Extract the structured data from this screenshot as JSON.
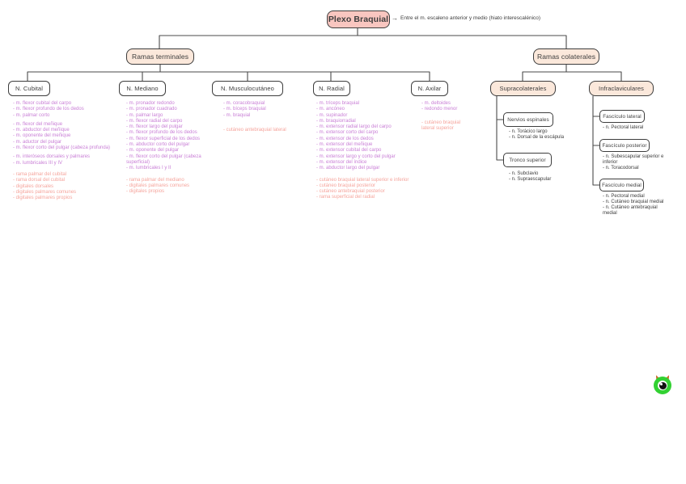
{
  "root": {
    "title": "Plexo Braquial",
    "arrow": "→",
    "annotation": "Entre el m. escaleno anterior y medio (hiato interescalénico)"
  },
  "branches": {
    "terminales": "Ramas terminales",
    "colaterales": "Ramas colaterales"
  },
  "nerves": {
    "cubital": {
      "label": "N. Cubital",
      "muscles": [
        "m. flexor cubital del carpo",
        "m. flexor profundo de los dedos",
        "m. palmar corto",
        "",
        "m. flexor del meñique",
        "m. abductor del meñique",
        "m. oponente del meñique",
        "m. aductor del pulgar",
        "m. flexor corto del pulgar (cabeza profunda)",
        "",
        "m. interóseos dorsales y palmares",
        "m. lumbricales III y IV"
      ],
      "branches": [
        "rama palmar del cubital",
        "rama dorsal del cubital",
        "digitales dorsales",
        "digitales palmares comunes",
        "digitales palmares propios"
      ]
    },
    "mediano": {
      "label": "N. Mediano",
      "muscles": [
        "m. pronador redondo",
        "m. pronador cuadrado",
        "m. palmar largo",
        "m. flexor radial del carpo",
        "m. flexor largo del pulgar",
        "m. flexor profundo de los dedos",
        "m. flexor superficial de los dedos",
        "m. abductor corto del pulgar",
        "m. oponente del pulgar",
        "m. flexor corto del pulgar (cabeza superficial)",
        "m. lumbricales I y II"
      ],
      "branches": [
        "rama palmar del mediano",
        "digitales palmares comunes",
        "digitales propios"
      ]
    },
    "musculocutaneo": {
      "label": "N. Musculocutáneo",
      "muscles": [
        "m. coracobraquial",
        "m. bíceps braquial",
        "m. braquial"
      ],
      "branches": [
        "cutáneo antebraquial lateral"
      ]
    },
    "radial": {
      "label": "N. Radial",
      "muscles": [
        "m. tríceps braquial",
        "m. ancóneo",
        "m. supinador",
        "m. braquiorradial",
        "m. extensor radial largo del carpo",
        "m. extensor corto del carpo",
        "m. extensor de los dedos",
        "m. extensor del meñique",
        "m. extensor cubital del carpo",
        "m. extensor largo y corto del pulgar",
        "m. extensor del índice",
        "m. abductor largo del pulgar"
      ],
      "branches": [
        "cutáneo braquial lateral superior e inferior",
        "cutáneo braquial posterior",
        "cutáneo antebraquial posterior",
        "rama superficial del radial"
      ]
    },
    "axilar": {
      "label": "N. Axilar",
      "muscles": [
        "m. deltoides",
        "redondo menor"
      ],
      "branches": [
        "cutáneo braquial lateral superior"
      ]
    }
  },
  "colaterales": {
    "supra": {
      "label": "Supracolaterales",
      "groups": {
        "espinales": {
          "label": "Nervios espinales",
          "items": [
            "n. Torácico largo",
            "n. Dorsal de la escápula"
          ]
        },
        "tronco": {
          "label": "Tronco superior",
          "items": [
            "n. Subclavio",
            "n. Supraescapular"
          ]
        }
      }
    },
    "infra": {
      "label": "Infraclaviculares",
      "groups": {
        "lateral": {
          "label": "Fascículo lateral",
          "items": [
            "n. Pectoral lateral"
          ]
        },
        "posterior": {
          "label": "Fascículo posterior",
          "items": [
            "n. Subescapular superior e inferior",
            "n. Toracodorsal"
          ]
        },
        "medial": {
          "label": "Fascículo medial",
          "items": [
            "n. Pectoral medial",
            "n. Cutáneo braquial medial",
            "n. Cutáneo antebraquial medial"
          ]
        }
      }
    }
  },
  "colors": {
    "root_fill": "#f9c6c0",
    "branch_fill": "#fbe8db",
    "node_border": "#3d3d3d",
    "muscle_text": "#c97fd6",
    "cutaneous_text": "#f5a49c",
    "dark_text": "#3d3d3d",
    "connector": "#4a4a4a",
    "avatar_green": "#32d132",
    "avatar_horn": "#c96f2f"
  }
}
